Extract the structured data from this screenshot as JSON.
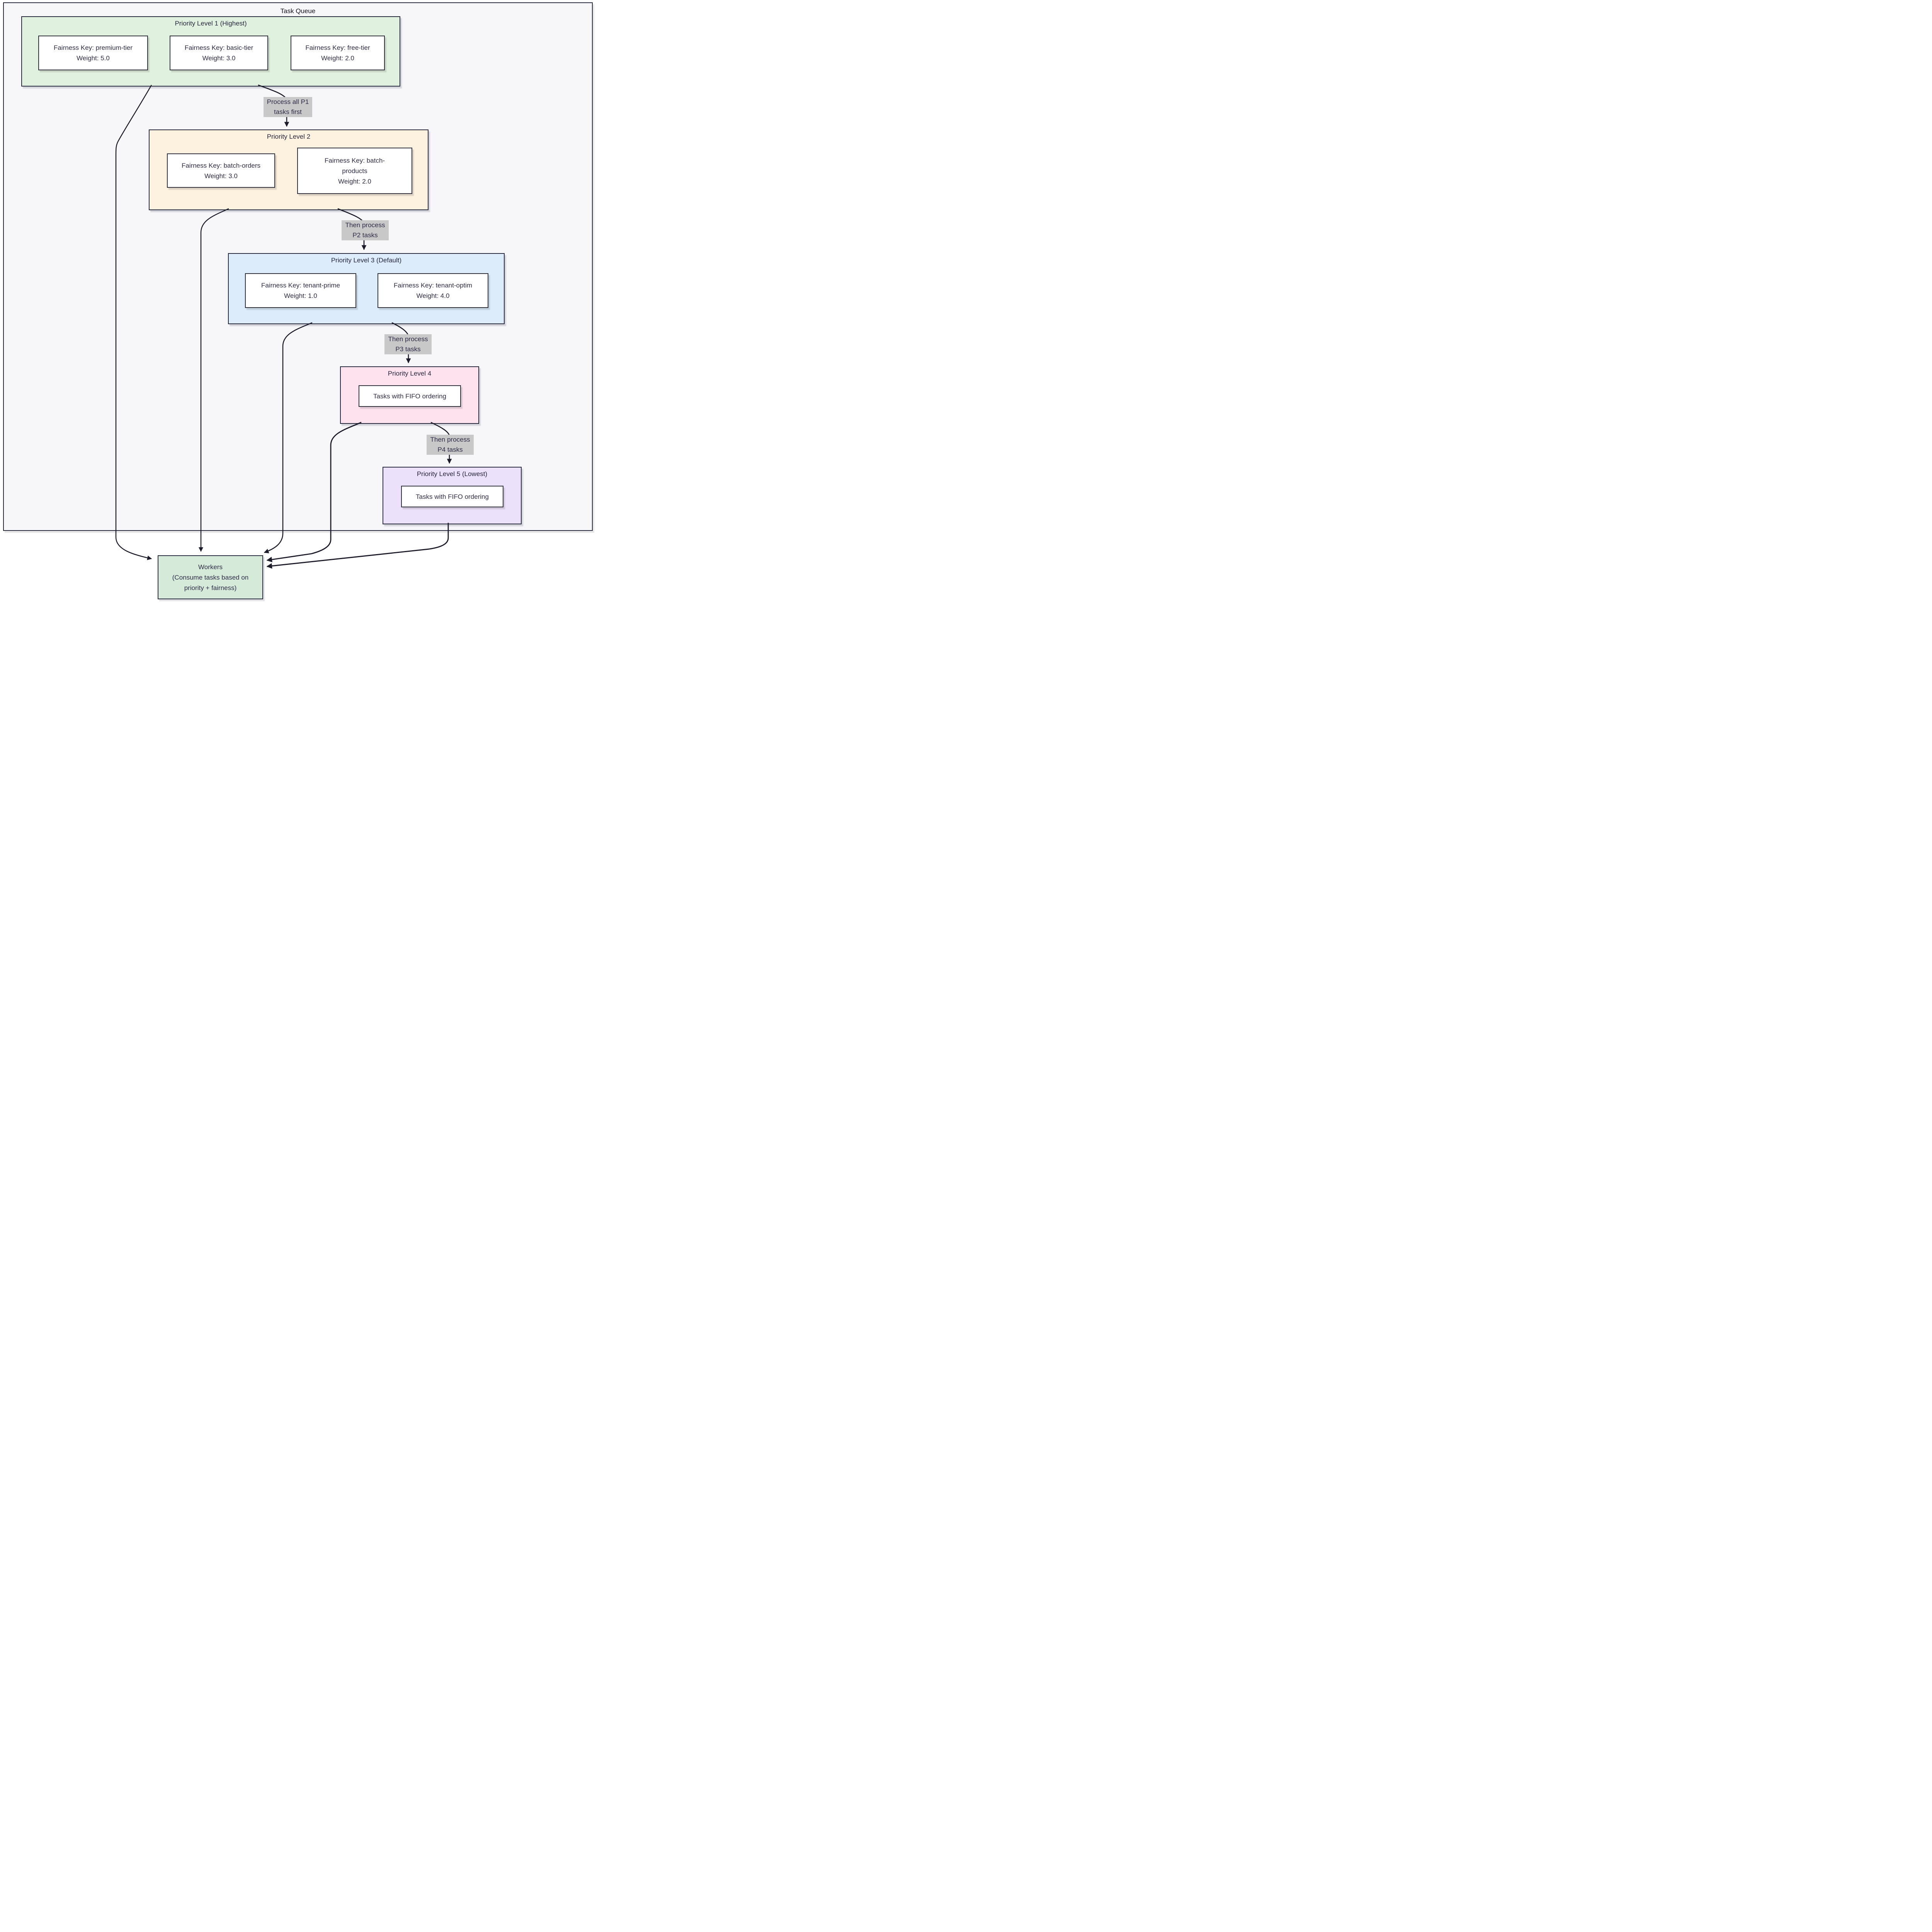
{
  "container": {
    "title": "Task Queue"
  },
  "levels": [
    {
      "id": "p1",
      "title": "Priority Level 1 (Highest)",
      "fill": "#e1f1df",
      "nodes": [
        {
          "lines": [
            "Fairness Key: premium-tier",
            "Weight: 5.0"
          ]
        },
        {
          "lines": [
            "Fairness Key: basic-tier",
            "Weight: 3.0"
          ]
        },
        {
          "lines": [
            "Fairness Key: free-tier",
            "Weight: 2.0"
          ]
        }
      ]
    },
    {
      "id": "p2",
      "title": "Priority Level 2",
      "fill": "#fdf1df",
      "nodes": [
        {
          "lines": [
            "Fairness Key: batch-orders",
            "Weight: 3.0"
          ]
        },
        {
          "lines": [
            "Fairness Key: batch-",
            "products",
            "Weight: 2.0"
          ]
        }
      ]
    },
    {
      "id": "p3",
      "title": "Priority Level 3 (Default)",
      "fill": "#dcecfb",
      "nodes": [
        {
          "lines": [
            "Fairness Key: tenant-prime",
            "Weight: 1.0"
          ]
        },
        {
          "lines": [
            "Fairness Key: tenant-optim",
            "Weight: 4.0"
          ]
        }
      ]
    },
    {
      "id": "p4",
      "title": "Priority Level 4",
      "fill": "#fee2ee",
      "nodes": [
        {
          "lines": [
            "Tasks with FIFO ordering"
          ]
        }
      ]
    },
    {
      "id": "p5",
      "title": "Priority Level 5 (Lowest)",
      "fill": "#ece1fa",
      "nodes": [
        {
          "lines": [
            "Tasks with FIFO ordering"
          ]
        }
      ]
    }
  ],
  "edge_labels": [
    {
      "lines": [
        "Process all P1",
        "tasks first"
      ]
    },
    {
      "lines": [
        "Then process",
        "P2 tasks"
      ]
    },
    {
      "lines": [
        "Then process",
        "P3 tasks"
      ]
    },
    {
      "lines": [
        "Then process",
        "P4 tasks"
      ]
    }
  ],
  "workers": {
    "lines": [
      "Workers",
      "(Consume tasks based on",
      "priority + fairness)"
    ]
  },
  "colors": {
    "page_background": "#ffffff",
    "container_fill": "#f7f7fa",
    "border_dark": "#272b3d",
    "node_fill": "#ffffff",
    "text": "#2e2c47",
    "edge_stroke": "#1b1b29",
    "edge_label_bg": "#c8c8c8",
    "p1_fill": "#e1f1df",
    "p2_fill": "#fdf1df",
    "p3_fill": "#dcecfb",
    "p4_fill": "#fee2ee",
    "p5_fill": "#ece1fa",
    "workers_fill": "#d5ead9"
  }
}
